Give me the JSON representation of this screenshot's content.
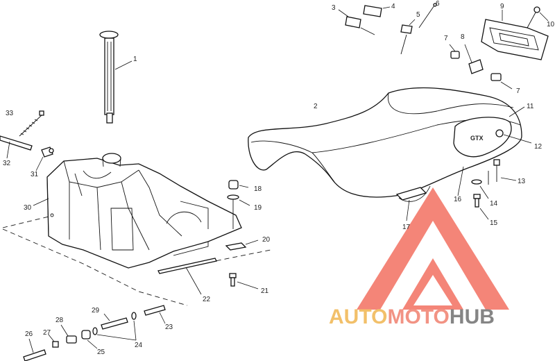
{
  "diagram": {
    "callouts": [
      {
        "id": "c1",
        "text": "1"
      },
      {
        "id": "c2",
        "text": "2"
      },
      {
        "id": "c3",
        "text": "3"
      },
      {
        "id": "c4",
        "text": "4"
      },
      {
        "id": "c5",
        "text": "5"
      },
      {
        "id": "c6",
        "text": "6"
      },
      {
        "id": "c7a",
        "text": "7"
      },
      {
        "id": "c7b",
        "text": "7"
      },
      {
        "id": "c8",
        "text": "8"
      },
      {
        "id": "c9",
        "text": "9"
      },
      {
        "id": "c10",
        "text": "10"
      },
      {
        "id": "c11",
        "text": "11"
      },
      {
        "id": "c12",
        "text": "12"
      },
      {
        "id": "c13",
        "text": "13"
      },
      {
        "id": "c14",
        "text": "14"
      },
      {
        "id": "c15",
        "text": "15"
      },
      {
        "id": "c16",
        "text": "16"
      },
      {
        "id": "c17",
        "text": "17"
      },
      {
        "id": "c18",
        "text": "18"
      },
      {
        "id": "c19",
        "text": "19"
      },
      {
        "id": "c20",
        "text": "20"
      },
      {
        "id": "c21",
        "text": "21"
      },
      {
        "id": "c22",
        "text": "22"
      },
      {
        "id": "c23",
        "text": "23"
      },
      {
        "id": "c24",
        "text": "24"
      },
      {
        "id": "c25",
        "text": "25"
      },
      {
        "id": "c26",
        "text": "26"
      },
      {
        "id": "c27",
        "text": "27"
      },
      {
        "id": "c28",
        "text": "28"
      },
      {
        "id": "c29",
        "text": "29"
      },
      {
        "id": "c30",
        "text": "30"
      },
      {
        "id": "c31",
        "text": "31"
      },
      {
        "id": "c32",
        "text": "32"
      },
      {
        "id": "c33",
        "text": "33"
      }
    ]
  },
  "watermark": {
    "part1": "AUTO",
    "part2": "MOTO",
    "part3": "HUB",
    "colors": {
      "auto": "#f0b34a",
      "moto": "#f07c6a",
      "hub": "#6b6b6b",
      "triangle": "#f26b5b"
    }
  }
}
